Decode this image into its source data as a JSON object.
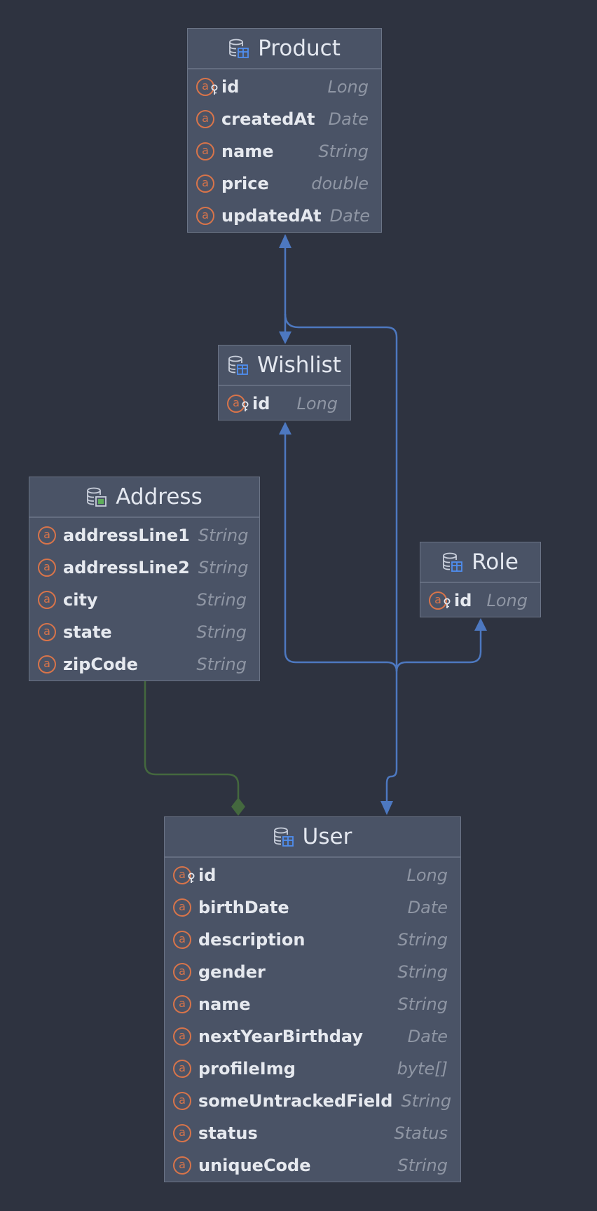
{
  "diagram": {
    "entities": {
      "product": {
        "name": "Product",
        "attributes": [
          {
            "name": "id",
            "type": "Long",
            "key": true
          },
          {
            "name": "createdAt",
            "type": "Date"
          },
          {
            "name": "name",
            "type": "String"
          },
          {
            "name": "price",
            "type": "double"
          },
          {
            "name": "updatedAt",
            "type": "Date"
          }
        ]
      },
      "wishlist": {
        "name": "Wishlist",
        "attributes": [
          {
            "name": "id",
            "type": "Long",
            "key": true
          }
        ]
      },
      "address": {
        "name": "Address",
        "icon": "embeddable-icon",
        "attributes": [
          {
            "name": "addressLine1",
            "type": "String"
          },
          {
            "name": "addressLine2",
            "type": "String"
          },
          {
            "name": "city",
            "type": "String"
          },
          {
            "name": "state",
            "type": "String"
          },
          {
            "name": "zipCode",
            "type": "String"
          }
        ]
      },
      "role": {
        "name": "Role",
        "attributes": [
          {
            "name": "id",
            "type": "Long",
            "key": true
          }
        ]
      },
      "user": {
        "name": "User",
        "attributes": [
          {
            "name": "id",
            "type": "Long",
            "key": true
          },
          {
            "name": "birthDate",
            "type": "Date"
          },
          {
            "name": "description",
            "type": "String"
          },
          {
            "name": "gender",
            "type": "String"
          },
          {
            "name": "name",
            "type": "String"
          },
          {
            "name": "nextYearBirthday",
            "type": "Date"
          },
          {
            "name": "profileImg",
            "type": "byte[]"
          },
          {
            "name": "someUntrackedField",
            "type": "String"
          },
          {
            "name": "status",
            "type": "Status"
          },
          {
            "name": "uniqueCode",
            "type": "String"
          }
        ]
      }
    },
    "attribute_glyph": "a",
    "entity_icon": "database-table-icon",
    "colors": {
      "background": "#2e3340",
      "entity_fill": "#4a5366",
      "association_edge": "#4d78c0",
      "composition_edge": "#44683e",
      "attribute_icon": "#d8744a",
      "type_text": "#8f96a4"
    }
  }
}
